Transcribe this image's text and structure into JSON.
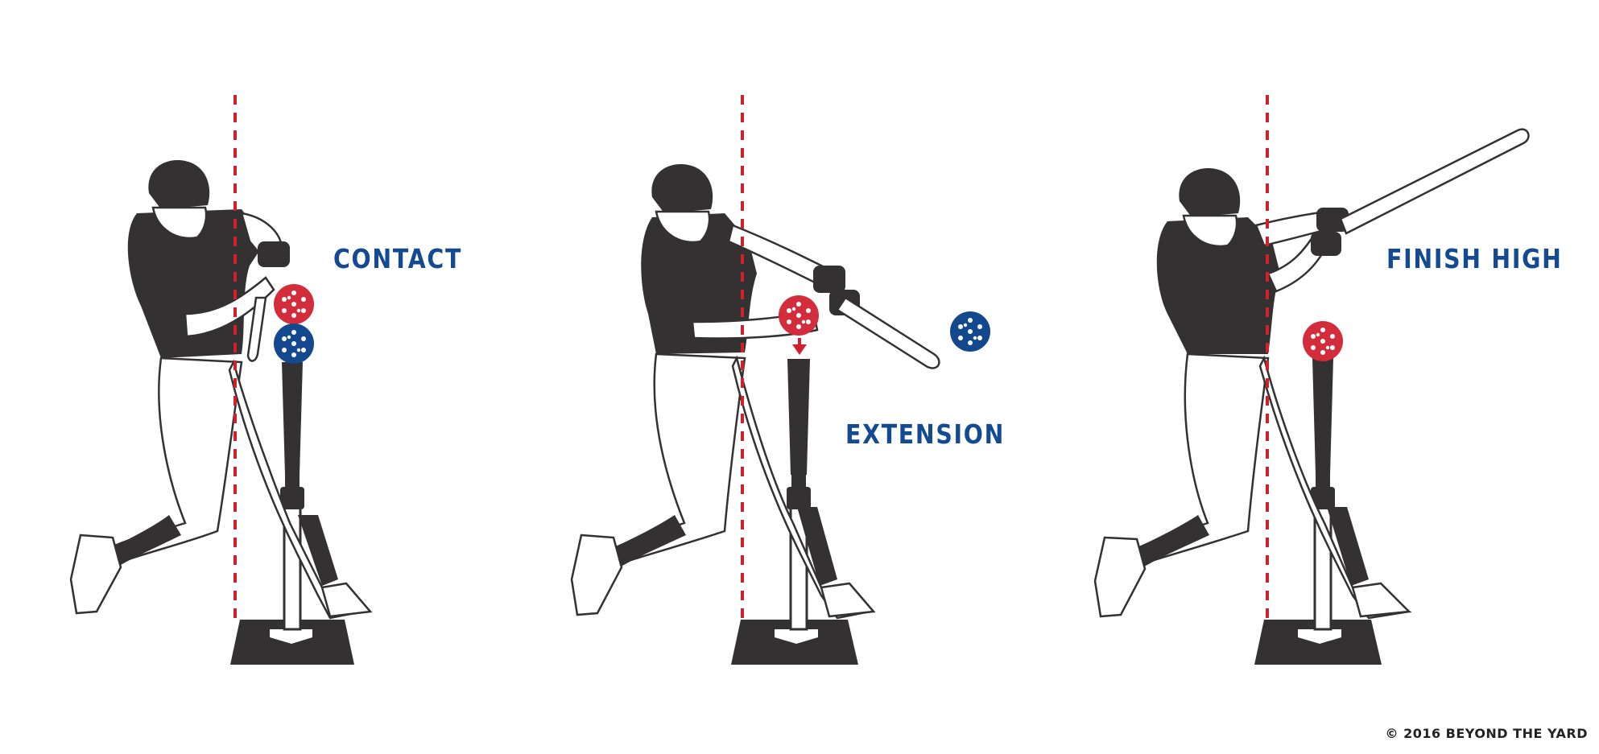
{
  "panels": [
    {
      "label": "CONTACT"
    },
    {
      "label": "EXTENSION"
    },
    {
      "label": "FINISH HIGH"
    }
  ],
  "copyright": "© 2016 BEYOND THE YARD",
  "colors": {
    "silhouette": "#333132",
    "guide_line": "#d0202e",
    "red_ball": "#d32d3c",
    "blue_ball": "#13488f",
    "label": "#134a91"
  }
}
